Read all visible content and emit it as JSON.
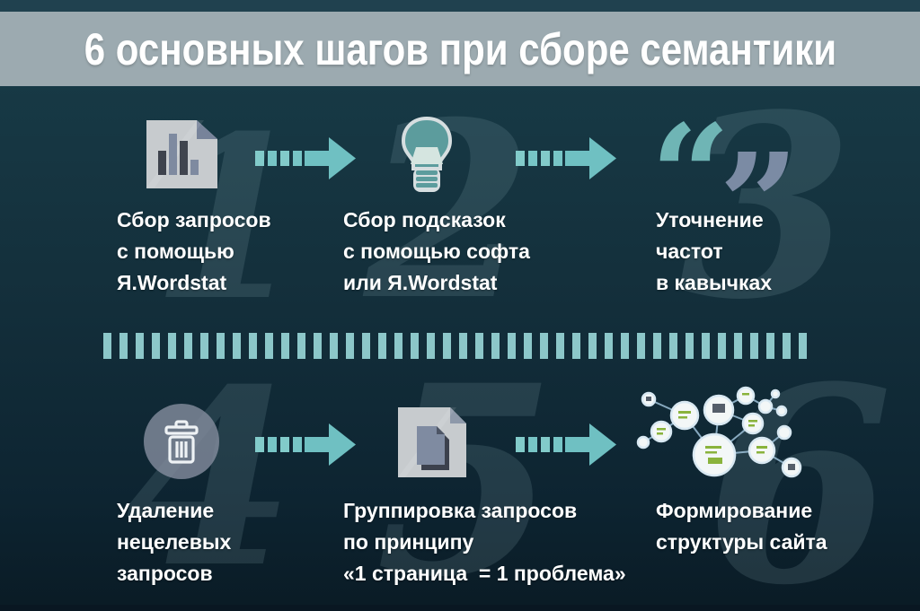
{
  "header": {
    "title": "6 основных шагов при сборе семантики"
  },
  "steps": [
    {
      "number": "1",
      "icon": "bar-chart-document-icon",
      "lines": [
        "Сбор запросов",
        "с помощью",
        "Я.Wordstat"
      ]
    },
    {
      "number": "2",
      "icon": "lightbulb-icon",
      "lines": [
        "Сбор подсказок",
        "с помощью софта",
        "или Я.Wordstat"
      ]
    },
    {
      "number": "3",
      "icon": "quotes-icon",
      "lines": [
        "Уточнение",
        "частот",
        "в кавычках"
      ]
    },
    {
      "number": "4",
      "icon": "trash-icon",
      "lines": [
        "Удаление",
        "нецелевых",
        "запросов"
      ]
    },
    {
      "number": "5",
      "icon": "documents-icon",
      "lines": [
        "Группировка запросов",
        "по принципу",
        "«1 страница  = 1 проблема»"
      ]
    },
    {
      "number": "6",
      "icon": "sitemap-cluster-icon",
      "lines": [
        "Формирование",
        "структуры сайта"
      ]
    }
  ],
  "quote_glyphs": {
    "open": "“",
    "close": "”"
  },
  "colors": {
    "background_top": "#1e4250",
    "background_bottom": "#0a1b25",
    "title_band": "#9caab0",
    "title_text": "#ffffff",
    "accent_teal": "#77c5c6",
    "step_text": "#ffffff",
    "ghost_numeral": "rgba(164,193,203,0.15)"
  }
}
